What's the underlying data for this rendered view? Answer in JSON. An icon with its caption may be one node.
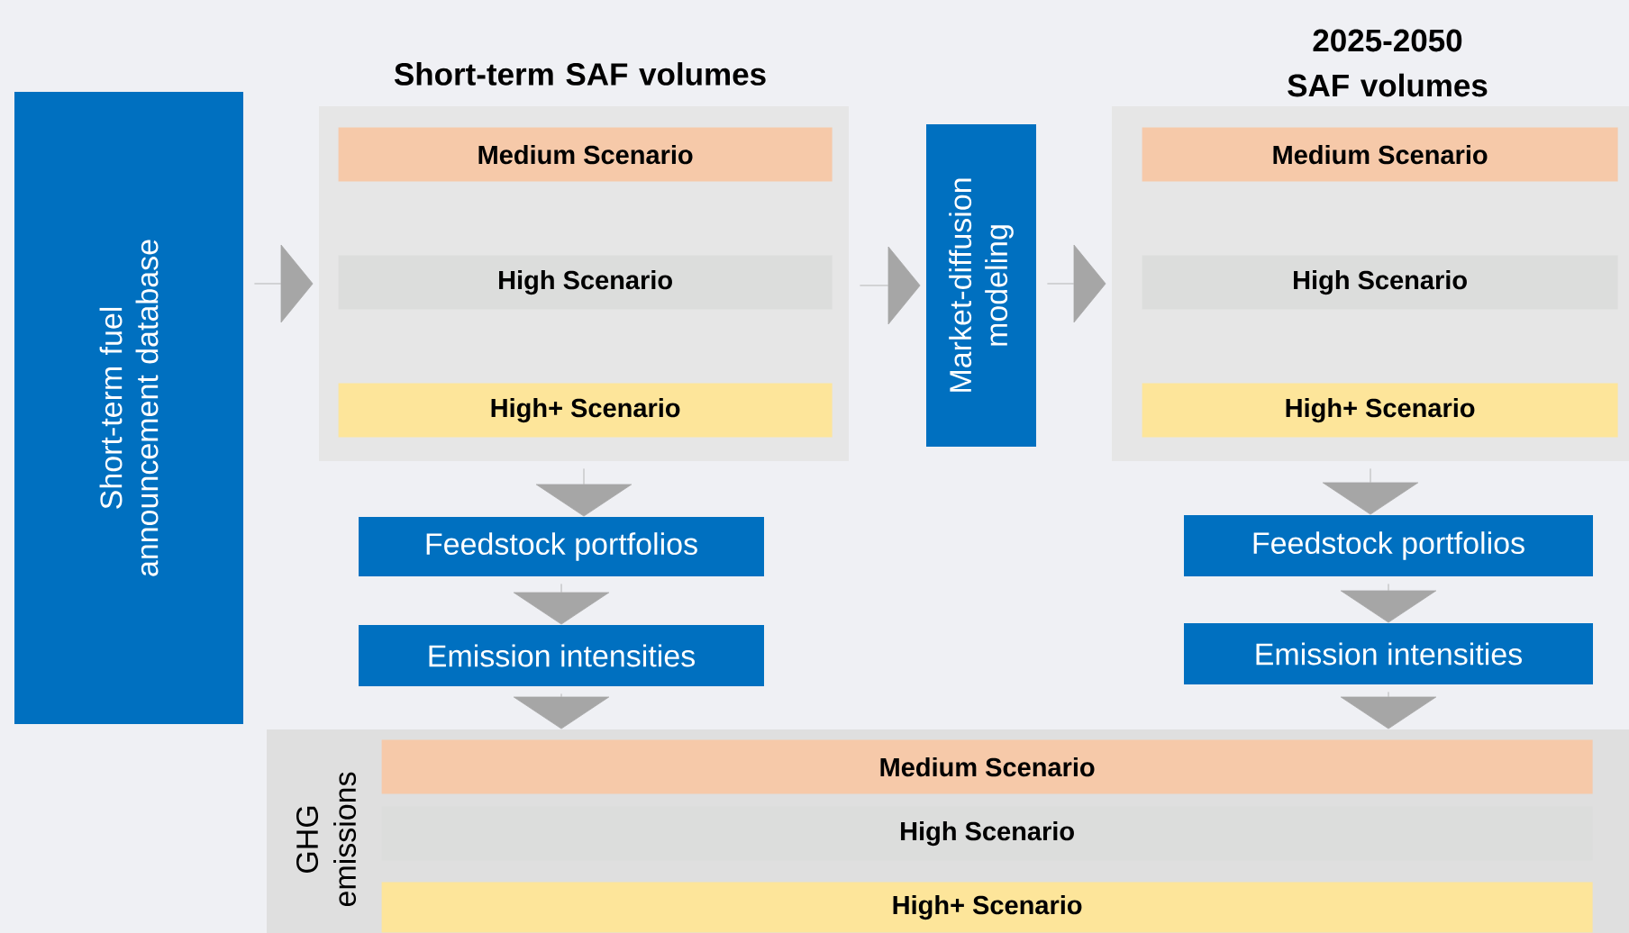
{
  "diagram": {
    "nodes": [
      {
        "text": [
          "Short-term fuel announcement database"
        ]
      },
      {
        "text": [
          "Short-term SAF volumes"
        ]
      },
      {
        "text": [
          "Medium Scenario"
        ],
        "in": 1
      },
      {
        "text": [
          "High Scenario"
        ],
        "in": 1
      },
      {
        "text": [
          "High+ Scenario"
        ],
        "in": 1
      },
      {
        "text": [
          "Market-diffusion modeling"
        ]
      },
      {
        "text": [
          "2025-2050 SAF volumes"
        ]
      },
      {
        "text": [
          "Medium Scenario"
        ],
        "in": 6
      },
      {
        "text": [
          "High Scenario"
        ],
        "in": 6
      },
      {
        "text": [
          "High+ Scenario"
        ],
        "in": 6
      },
      {
        "text": [
          "Feedstock portfolios"
        ]
      },
      {
        "text": [
          "Emission intensities"
        ]
      },
      {
        "text": [
          "Feedstock portfolios"
        ]
      },
      {
        "text": [
          "Emission intensities"
        ]
      },
      {
        "text": [
          "GHG emissions"
        ]
      },
      {
        "text": [
          "Medium Scenario"
        ],
        "in": 14
      },
      {
        "text": [
          "High Scenario"
        ],
        "in": 14
      },
      {
        "text": [
          "High+ Scenario"
        ],
        "in": 14
      }
    ],
    "edges": [
      {
        "from": 0,
        "to": 1,
        "arrow": "to"
      },
      {
        "from": 1,
        "to": 5,
        "arrow": "to"
      },
      {
        "from": 5,
        "to": 6,
        "arrow": "to"
      },
      {
        "from": 1,
        "to": 10,
        "arrow": "to"
      },
      {
        "from": 10,
        "to": 11,
        "arrow": "to"
      },
      {
        "from": 11,
        "to": 14,
        "arrow": "to"
      },
      {
        "from": 6,
        "to": 12,
        "arrow": "to"
      },
      {
        "from": 12,
        "to": 13,
        "arrow": "to"
      },
      {
        "from": 13,
        "to": 14,
        "arrow": "to"
      }
    ]
  }
}
